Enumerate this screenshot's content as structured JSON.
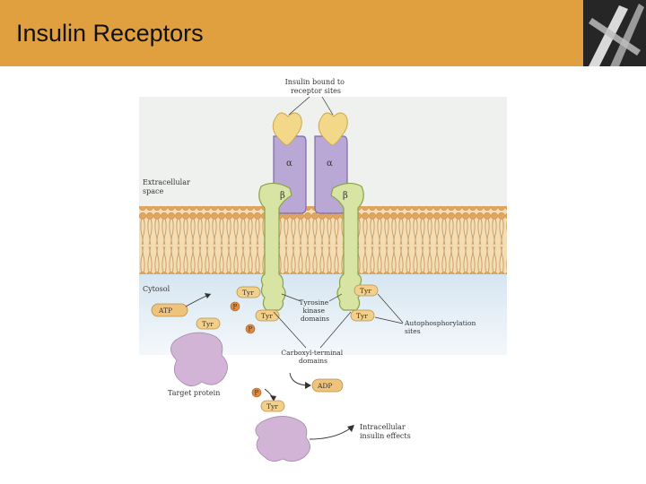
{
  "slide": {
    "title": "Insulin Receptors"
  },
  "logo": {
    "icon": "crossed-needles-icon"
  },
  "diagram": {
    "labels": {
      "insulin_bound": [
        "Insulin bound to",
        "receptor sites"
      ],
      "extracellular": [
        "Extracellular",
        "space"
      ],
      "cytosol": "Cytosol",
      "tyrosine_kinase": [
        "Tyrosine",
        "kinase",
        "domains"
      ],
      "autophosphorylation": [
        "Autophosphorylation",
        "sites"
      ],
      "carboxyl_terminal": [
        "Carboxyl-terminal",
        "domains"
      ],
      "target_protein": "Target protein",
      "intracellular": [
        "Intracellular",
        "insulin effects"
      ]
    },
    "subunits": {
      "alpha": "α",
      "beta": "β"
    },
    "molecules": {
      "atp": "ATP",
      "adp": "ADP",
      "tyr": "Tyr",
      "p": "P"
    },
    "colors": {
      "extracellular": "#f0f2f0",
      "cytosol": "#dbe9f2",
      "membrane": "#e8b878",
      "alpha_subunit": "#b7a6d4",
      "beta_subunit": "#d8e4a4",
      "insulin": "#f2d888",
      "atp": "#f0c37c",
      "phosphate": "#e08a40",
      "target_protein": "#d2b4d6"
    }
  }
}
